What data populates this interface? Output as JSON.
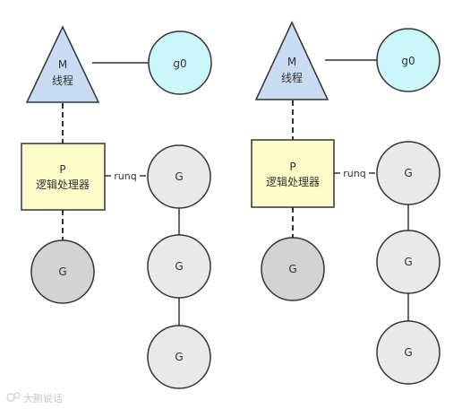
{
  "panels": [
    {
      "m_label_line1": "M",
      "m_label_line2": "线程",
      "g0_label": "g0",
      "p_label_line1": "P",
      "p_label_line2": "逻辑处理器",
      "runq_label": "runq",
      "running_g_label": "G",
      "queue": [
        "G",
        "G",
        "G"
      ]
    },
    {
      "m_label_line1": "M",
      "m_label_line2": "线程",
      "g0_label": "g0",
      "p_label_line1": "P",
      "p_label_line2": "逻辑处理器",
      "runq_label": "runq",
      "running_g_label": "G",
      "queue": [
        "G",
        "G",
        "G"
      ]
    }
  ],
  "watermark": "大鹏说话",
  "colors": {
    "m_fill": "#c9dcf4",
    "g0_fill": "#ccf7fa",
    "p_fill": "#fdfdc9",
    "running_g_fill": "#d3d3d3",
    "queue_g_fill": "#e9e9e9",
    "stroke": "#333333"
  }
}
